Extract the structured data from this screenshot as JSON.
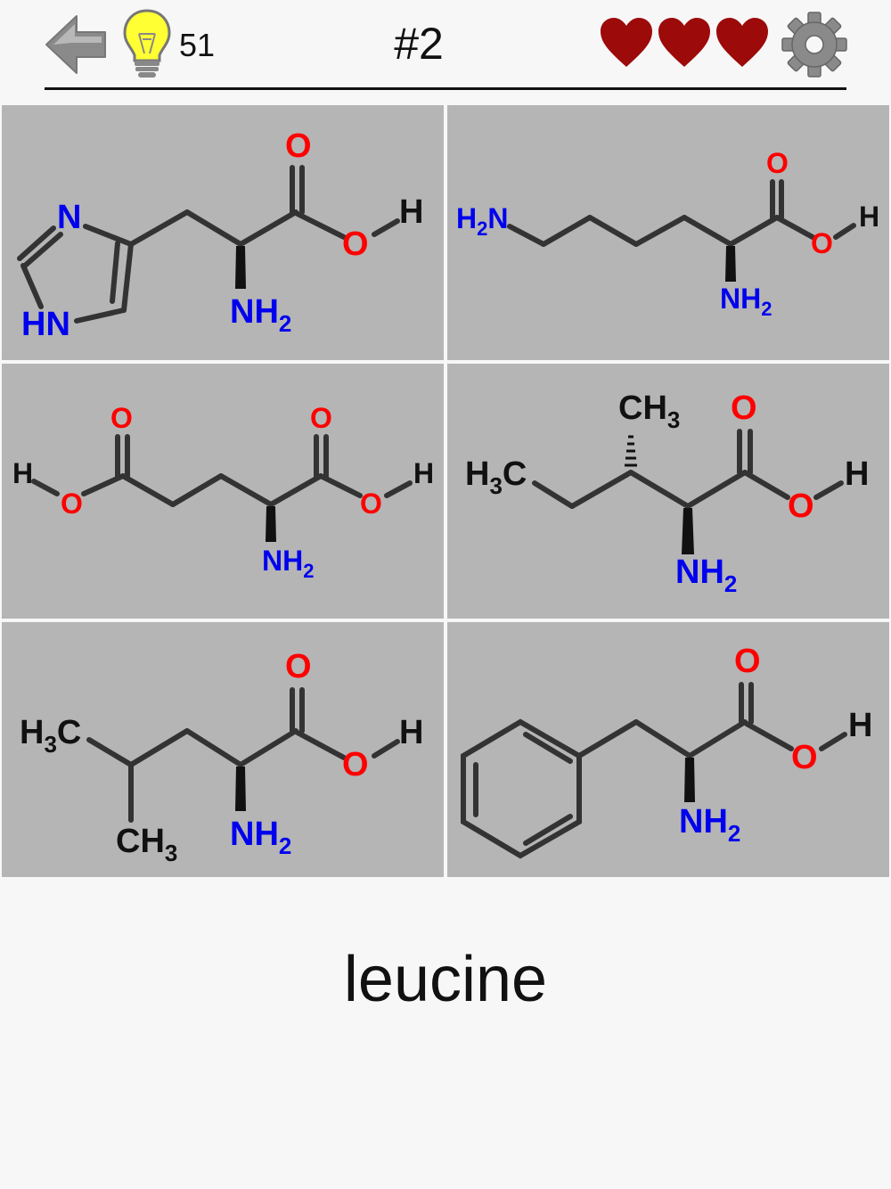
{
  "header": {
    "back_icon": "arrow-left-icon",
    "hint_icon": "lightbulb-icon",
    "hints_count": "51",
    "level": "#2",
    "lives": 3,
    "heart_icon": "heart-icon",
    "settings_icon": "gear-icon"
  },
  "tiles": [
    {
      "id": "histidine",
      "atoms": {
        "o1": "O",
        "o2": "O",
        "h": "H",
        "n_top": "N",
        "hn": "HN",
        "nh": "NH",
        "sub": "2"
      }
    },
    {
      "id": "lysine",
      "atoms": {
        "h2n_h": "H",
        "h2n_sub": "2",
        "h2n_n": "N",
        "o1": "O",
        "o2": "O",
        "h": "H",
        "nh": "NH",
        "sub": "2"
      }
    },
    {
      "id": "glutamic-acid",
      "atoms": {
        "h_left": "H",
        "o_left_top": "O",
        "o_left": "O",
        "o1": "O",
        "o2": "O",
        "h": "H",
        "nh": "NH",
        "sub": "2"
      }
    },
    {
      "id": "isoleucine",
      "atoms": {
        "ch": "CH",
        "ch_sub": "3",
        "h3c_h": "H",
        "h3c_sub": "3",
        "h3c_c": "C",
        "o1": "O",
        "o2": "O",
        "h": "H",
        "nh": "NH",
        "sub": "2"
      }
    },
    {
      "id": "leucine",
      "atoms": {
        "h3c_h": "H",
        "h3c_sub": "3",
        "h3c_c": "C",
        "ch": "CH",
        "ch_sub": "3",
        "o1": "O",
        "o2": "O",
        "h": "H",
        "nh": "NH",
        "sub": "2"
      }
    },
    {
      "id": "phenylalanine",
      "atoms": {
        "o1": "O",
        "o2": "O",
        "h": "H",
        "nh": "NH",
        "sub": "2"
      }
    }
  ],
  "prompt": {
    "word": "leucine"
  },
  "colors": {
    "tile_bg": "#b5b5b5",
    "bond": "#333333",
    "oxygen": "#ff0000",
    "nitrogen": "#0000ee",
    "heart": "#9c0a0a",
    "page_bg": "#f7f7f7"
  }
}
